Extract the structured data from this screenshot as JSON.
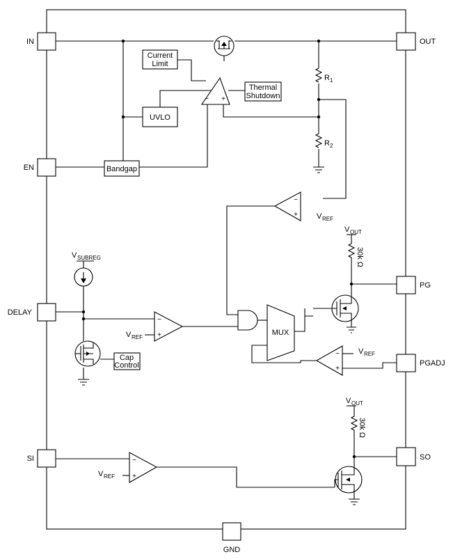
{
  "pins": {
    "in": "IN",
    "out": "OUT",
    "en": "EN",
    "delay": "DELAY",
    "pg": "PG",
    "pgadj": "PGADJ",
    "si": "SI",
    "so": "SO",
    "gnd": "GND"
  },
  "blocks": {
    "current_limit": [
      "Current",
      "Limit"
    ],
    "thermal_shutdown": [
      "Thermal",
      "Shutdown"
    ],
    "uvlo": "UVLO",
    "bandgap": "Bandgap",
    "mux": "MUX",
    "cap_control": [
      "Cap",
      "Control"
    ]
  },
  "resistors": {
    "r1": {
      "main": "R",
      "sub": "1"
    },
    "r2": {
      "main": "R",
      "sub": "2"
    },
    "pg_pullup": "30k Ω",
    "so_pullup": "30k Ω"
  },
  "supplies": {
    "vref": {
      "main": "V",
      "sub": "REF"
    },
    "vout": {
      "main": "V",
      "sub": "OUT"
    },
    "vsubreg": {
      "main": "V",
      "sub": "SUBREG"
    }
  },
  "comparator_signs": {
    "minus": "−",
    "plus": "+"
  }
}
